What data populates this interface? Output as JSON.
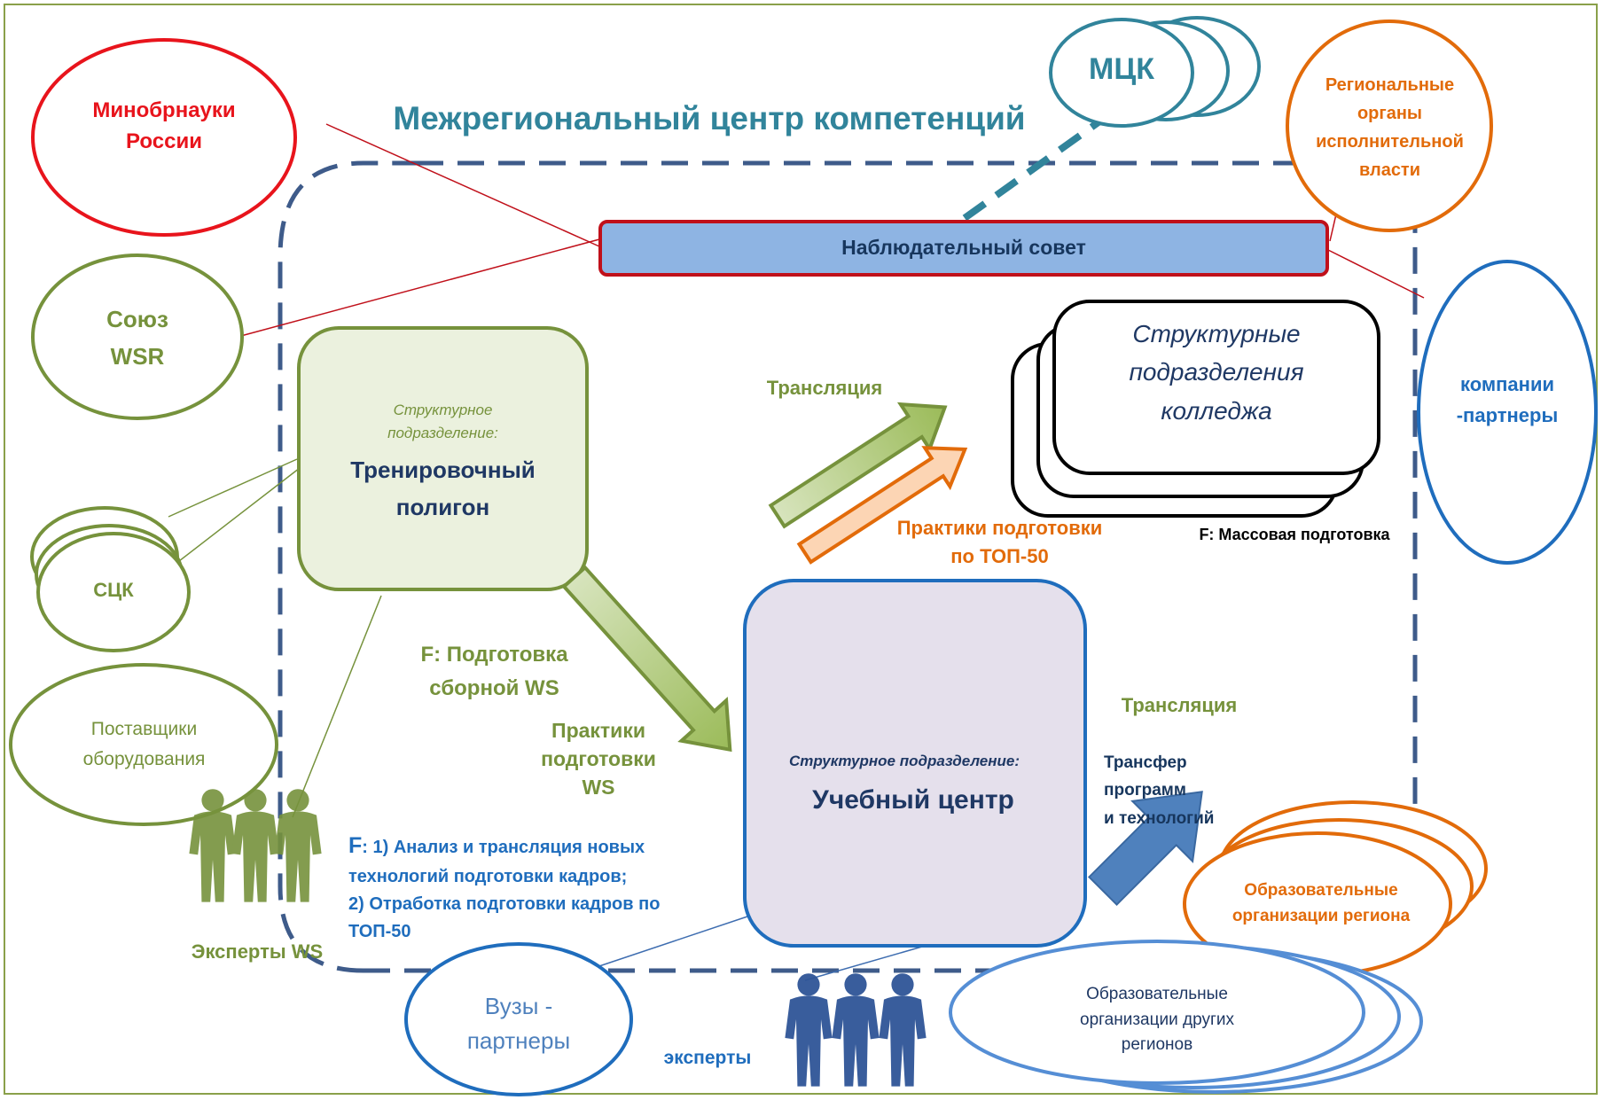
{
  "title": "Межрегиональный центр компетенций",
  "nodes": {
    "mck": "МЦК",
    "minobr": "Минобрнауки\nРоссии",
    "regional": "Региональные\nорганы\nисполнительной\nвласти",
    "soyuz": "Союз\nWSR",
    "sck": "СЦК",
    "suppliers": "Поставщики\nоборудования",
    "companies": "компании\n-партнеры",
    "supervisory": "Наблюдательный совет",
    "college_units": "Структурные\nподразделения\nколледжа",
    "mass_training": "F: Массовая подготовка",
    "polygon_caption": "Структурное\nподразделение:",
    "polygon_name": "Тренировочный\nполигон",
    "training_center_caption": "Структурное подразделение:",
    "training_center_name": "Учебный центр",
    "universities": "Вузы -\nпартнеры",
    "edu_region": "Образовательные\nорганизации региона",
    "edu_other": "Образовательные\nорганизации других\nрегионов",
    "experts_ws": "Эксперты WS",
    "experts": "эксперты"
  },
  "labels": {
    "translation_top": "Трансляция",
    "practices_top50": "Практики подготовки\nпо ТОП-50",
    "team_training": "F: Подготовка\nсборной WS",
    "practices_ws": "Практики\nподготовки\nWS",
    "translation_right": "Трансляция",
    "transfer": "Трансфер\nпрограмм\nи технологий",
    "functions_prefix": "F",
    "functions": ": 1) Анализ и трансляция новых\nтехнологий подготовки кадров;\n2) Отработка подготовки кадров по\nТОП-50"
  },
  "colors": {
    "green": "#76923c",
    "light_green": "#c3d69b",
    "red": "#e8141c",
    "orange": "#e26b0a",
    "blue": "#1f6dbd",
    "teal": "#31849b",
    "navy": "#1f3864",
    "dashed_border": "#3e5b8a"
  },
  "icons": {
    "experts_ws": "people-silhouette-icon",
    "experts": "people-silhouette-icon"
  }
}
